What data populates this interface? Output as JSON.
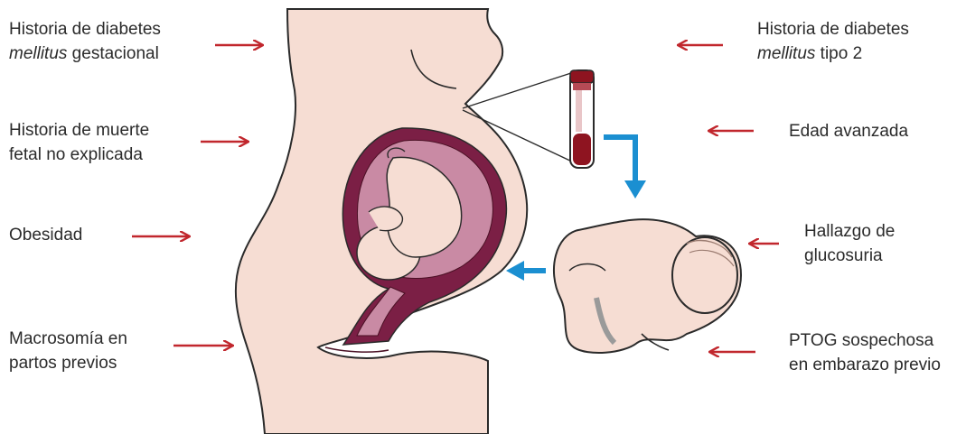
{
  "colors": {
    "risk_arrow": "#c1272d",
    "flow_arrow": "#1b8fd1",
    "skin": "#f6ddd3",
    "outline": "#2a2a2a",
    "uterus": "#7b1f45",
    "amniotic": "#c98aa4",
    "blood": "#8e1420"
  },
  "labels": {
    "gdm_line1": "Historia de diabetes",
    "gdm_italic": "mellitus",
    "gdm_rest": " gestacional",
    "fetal_line1": "Historia de muerte",
    "fetal_line2": "fetal no explicada",
    "obesity": "Obesidad",
    "macro_line1": "Macrosomía en",
    "macro_line2": "partos previos",
    "t2d_line1": "Historia de diabetes",
    "t2d_italic": "mellitus",
    "t2d_rest": " tipo 2",
    "age": "Edad avanzada",
    "gluc_line1": "Hallazgo de",
    "gluc_line2": "glucosuria",
    "ptog_line1": "PTOG sospechosa",
    "ptog_line2": "en embarazo previo"
  },
  "icons": {
    "risk": "arrow-right-icon",
    "flow": "arrow-blue-icon",
    "tube": "blood-tube-icon",
    "mother": "pregnant-woman-illustration",
    "baby": "newborn-illustration"
  }
}
